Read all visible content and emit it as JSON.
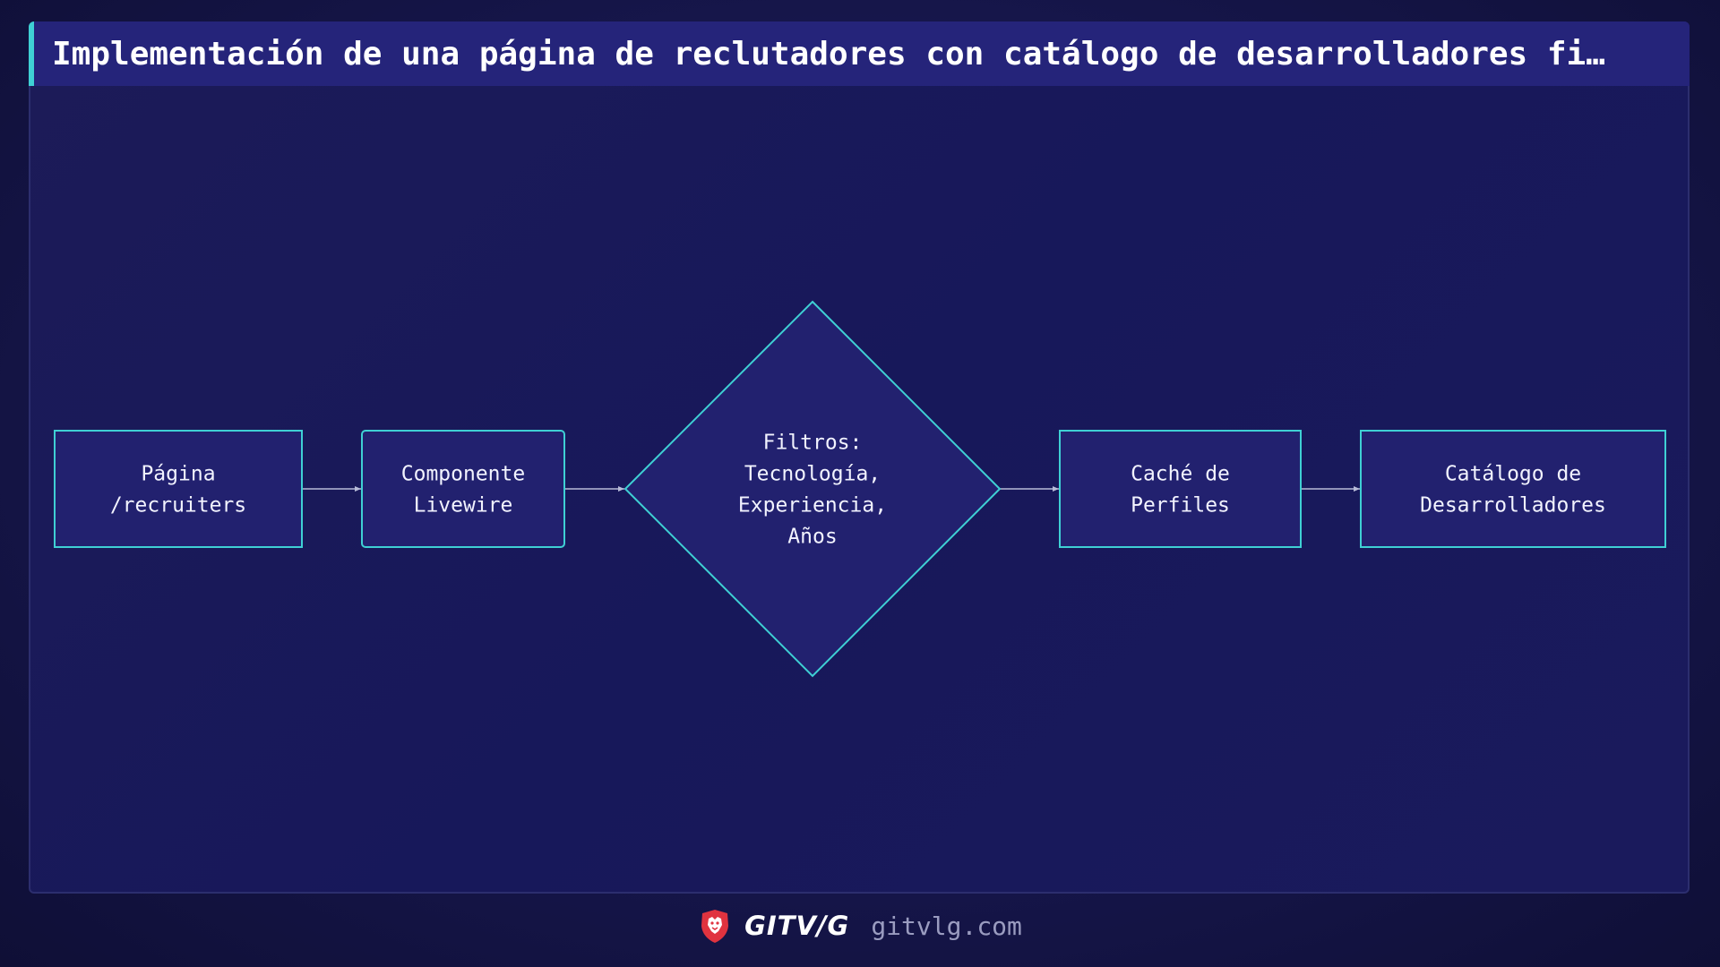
{
  "title": "Implementación de una página de reclutadores con catálogo de desarrolladores fi…",
  "colors": {
    "node_fill": "#22216f",
    "node_stroke": "#3fd0d4",
    "arrow": "#b8bcd8",
    "accent": "#3fd0d4",
    "logo": "#e0333f"
  },
  "nodes": [
    {
      "id": "pagina",
      "shape": "rect",
      "lines": [
        "Página",
        "/recruiters"
      ]
    },
    {
      "id": "livewire",
      "shape": "rounded-rect",
      "lines": [
        "Componente",
        "Livewire"
      ]
    },
    {
      "id": "filtros",
      "shape": "diamond",
      "lines": [
        "Filtros:",
        "Tecnología,",
        "Experiencia,",
        "Años"
      ]
    },
    {
      "id": "cache",
      "shape": "rect",
      "lines": [
        "Caché de",
        "Perfiles"
      ]
    },
    {
      "id": "catalogo",
      "shape": "rect",
      "lines": [
        "Catálogo de",
        "Desarrolladores"
      ]
    }
  ],
  "edges": [
    {
      "from": "pagina",
      "to": "livewire"
    },
    {
      "from": "livewire",
      "to": "filtros"
    },
    {
      "from": "filtros",
      "to": "cache"
    },
    {
      "from": "cache",
      "to": "catalogo"
    }
  ],
  "footer": {
    "logo_icon": "lion-shield-icon",
    "brand": "GITV/G",
    "domain": "gitvlg.com"
  }
}
